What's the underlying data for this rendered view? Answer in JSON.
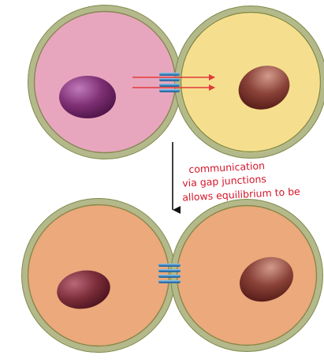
{
  "annotation": {
    "lines": [
      "communication",
      "via gap junctions",
      "allows equilibrium to be"
    ]
  },
  "colors": {
    "membrane_outer": "#b3b98a",
    "membrane_inner": "#7f8a4c",
    "before_left_cytoplasm": "#e8a6be",
    "before_right_cytoplasm": "#f5df8e",
    "after_cytoplasm": "#eba97c",
    "left_nucleus": "#7e2f74",
    "right_nucleus": "#8a4238",
    "gap_junction": "#4c94c8",
    "flow_arrows": "#e23a3a",
    "transition_arrow": "#111111",
    "handwriting": "#d4162a"
  }
}
